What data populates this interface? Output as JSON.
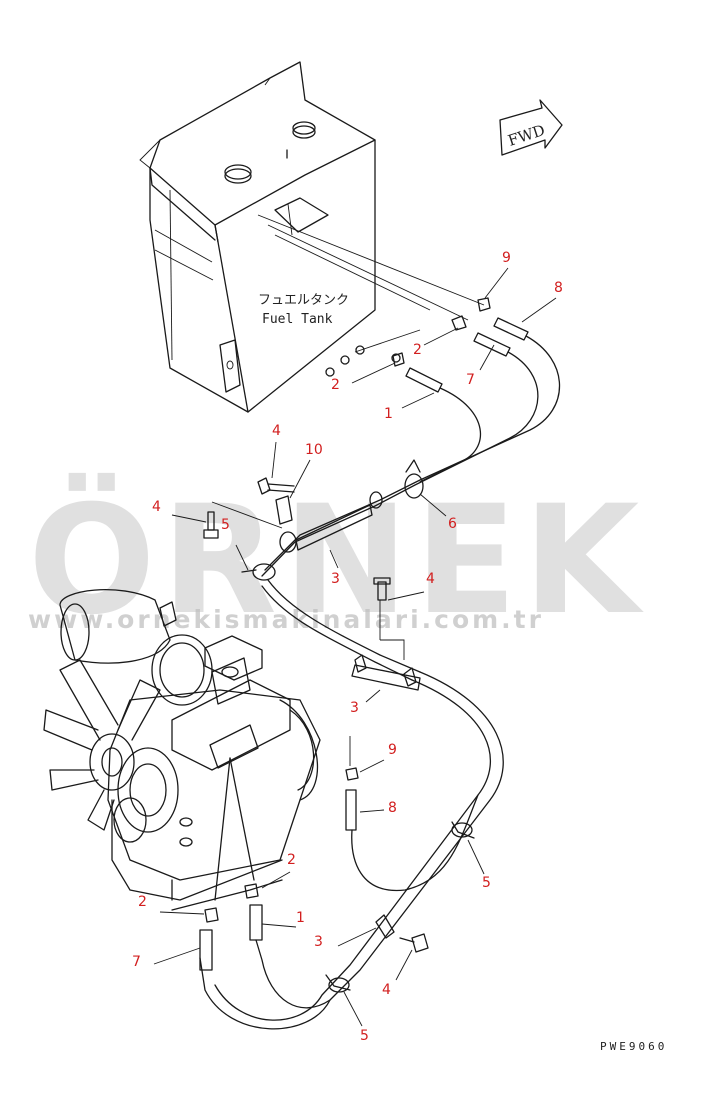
{
  "diagram": {
    "tank_label_jp": "フュエルタンク",
    "tank_label_en": "Fuel Tank",
    "fwd_label": "FWD",
    "drawing_code": "PWE9060"
  },
  "watermark": {
    "brand": "ÖRNEK",
    "url": "www.ornekismakinalari.com.tr"
  },
  "callouts": [
    {
      "id": "c9a",
      "num": "9"
    },
    {
      "id": "c8a",
      "num": "8"
    },
    {
      "id": "c2a",
      "num": "2"
    },
    {
      "id": "c7a",
      "num": "7"
    },
    {
      "id": "c2b",
      "num": "2"
    },
    {
      "id": "c1a",
      "num": "1"
    },
    {
      "id": "c4a",
      "num": "4"
    },
    {
      "id": "c10",
      "num": "10"
    },
    {
      "id": "c6",
      "num": "6"
    },
    {
      "id": "c4b",
      "num": "4"
    },
    {
      "id": "c5a",
      "num": "5"
    },
    {
      "id": "c3a",
      "num": "3"
    },
    {
      "id": "c4c",
      "num": "4"
    },
    {
      "id": "c3b",
      "num": "3"
    },
    {
      "id": "c9b",
      "num": "9"
    },
    {
      "id": "c8b",
      "num": "8"
    },
    {
      "id": "c2c",
      "num": "2"
    },
    {
      "id": "c2d",
      "num": "2"
    },
    {
      "id": "c1b",
      "num": "1"
    },
    {
      "id": "c5b",
      "num": "5"
    },
    {
      "id": "c3c",
      "num": "3"
    },
    {
      "id": "c7b",
      "num": "7"
    },
    {
      "id": "c4d",
      "num": "4"
    },
    {
      "id": "c5c",
      "num": "5"
    }
  ]
}
